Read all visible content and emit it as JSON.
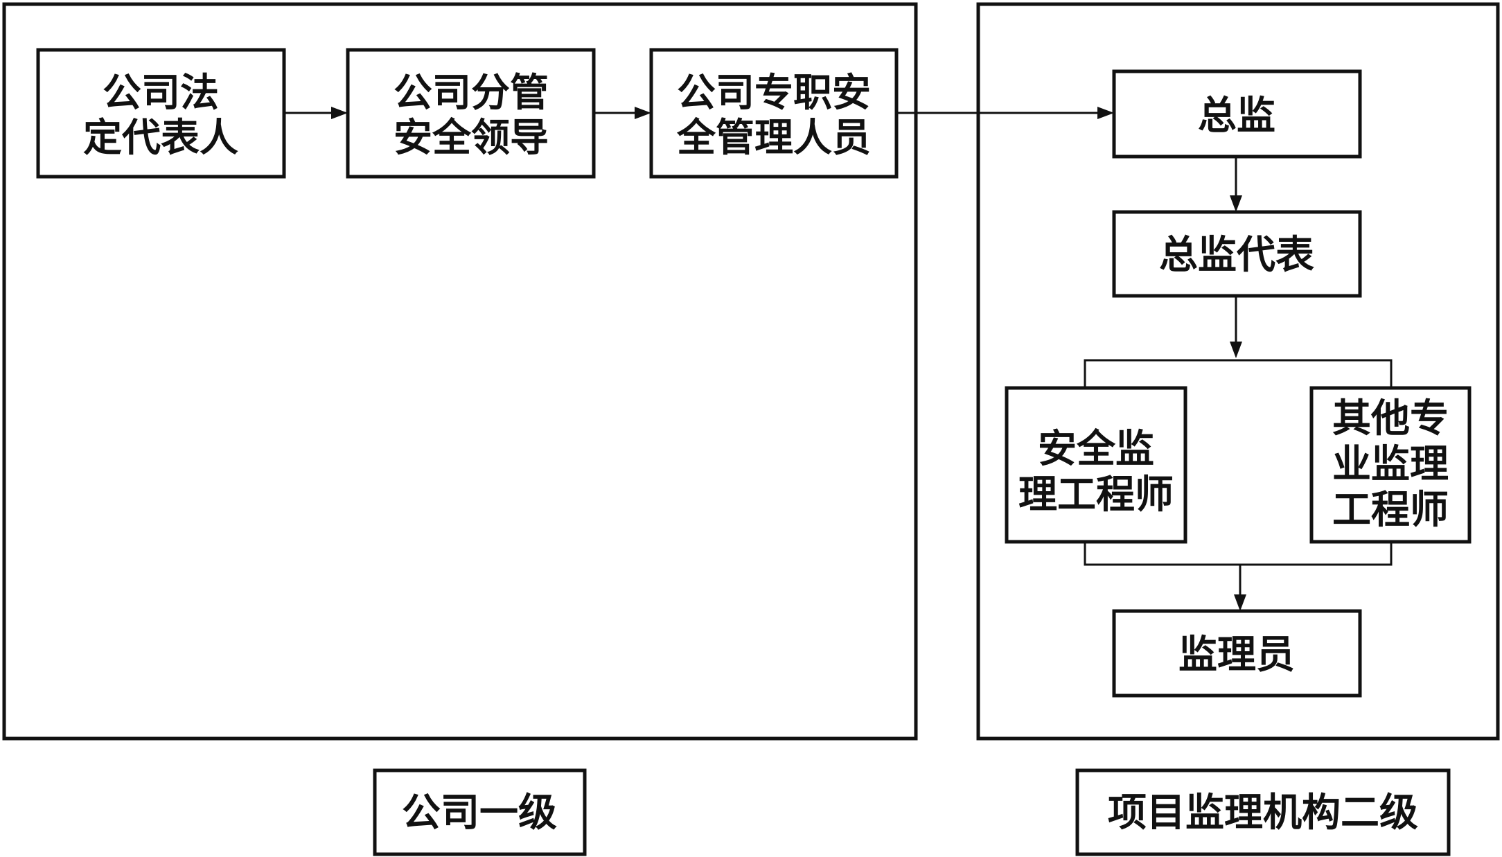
{
  "company_level": {
    "label": "公司一级",
    "nodes": [
      {
        "id": "legal-representative",
        "lines": [
          "公司法",
          "定代表人"
        ]
      },
      {
        "id": "safety-leader",
        "lines": [
          "公司分管",
          "安全领导"
        ]
      },
      {
        "id": "safety-staff",
        "lines": [
          "公司专职安",
          "全管理人员"
        ]
      }
    ]
  },
  "project_level": {
    "label": "项目监理机构二级",
    "nodes": [
      {
        "id": "chief-supervisor",
        "lines": [
          "总监"
        ]
      },
      {
        "id": "chief-supervisor-rep",
        "lines": [
          "总监代表"
        ]
      },
      {
        "id": "safety-supervision-engineer",
        "lines": [
          "安全监",
          "理工程师"
        ]
      },
      {
        "id": "other-specialty-engineer",
        "lines": [
          "其他专",
          "业监理",
          "工程师"
        ]
      },
      {
        "id": "supervisor",
        "lines": [
          "监理员"
        ]
      }
    ]
  },
  "edges": [
    {
      "from": "legal-representative",
      "to": "safety-leader"
    },
    {
      "from": "safety-leader",
      "to": "safety-staff"
    },
    {
      "from": "safety-staff",
      "to": "chief-supervisor"
    },
    {
      "from": "chief-supervisor",
      "to": "chief-supervisor-rep"
    },
    {
      "from": "chief-supervisor-rep",
      "to": "safety-supervision-engineer"
    },
    {
      "from": "chief-supervisor-rep",
      "to": "other-specialty-engineer"
    },
    {
      "from": "safety-supervision-engineer",
      "to": "supervisor"
    },
    {
      "from": "other-specialty-engineer",
      "to": "supervisor"
    }
  ]
}
